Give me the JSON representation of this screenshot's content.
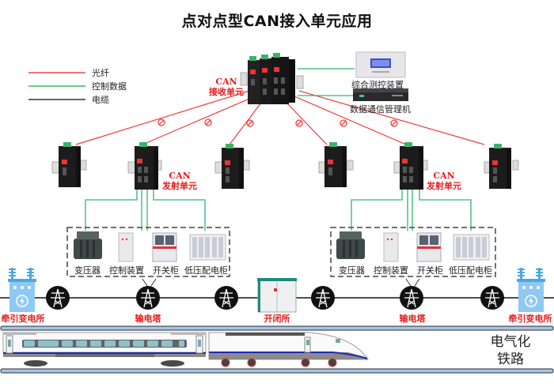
{
  "title": "点对点型CAN接入单元应用",
  "legend": {
    "items": [
      {
        "label": "光纤",
        "color": "#f26b6b",
        "meaning": "fiber"
      },
      {
        "label": "控制数据",
        "color": "#2eb86a",
        "meaning": "control-data"
      },
      {
        "label": "电缆",
        "color": "#222222",
        "meaning": "cable"
      }
    ]
  },
  "receiver": {
    "label_line1": "CAN",
    "label_line2": "接收单元"
  },
  "upstream_devices": [
    {
      "label": "综合测控装置"
    },
    {
      "label": "数据通信管理机"
    }
  ],
  "transmitters": {
    "label_line1": "CAN",
    "label_line2": "发射单元"
  },
  "equipment_groups": [
    {
      "items": [
        "变压器",
        "控制装置",
        "开关柜",
        "低压配电柜"
      ]
    },
    {
      "items": [
        "变压器",
        "控制装置",
        "开关柜",
        "低压配电柜"
      ]
    }
  ],
  "power_line": {
    "substation_left": "牵引变电所",
    "substation_right": "牵引变电所",
    "tower_left": "输电塔",
    "tower_right": "输电塔",
    "switching_station": "开闭所"
  },
  "railway": {
    "line1": "电气化",
    "line2": "铁路"
  },
  "colors": {
    "fiber": "#f03c3c",
    "control": "#2eb86a",
    "cable": "#111111",
    "label_red": "#e41b1b",
    "rail": "#a9c3e0"
  }
}
